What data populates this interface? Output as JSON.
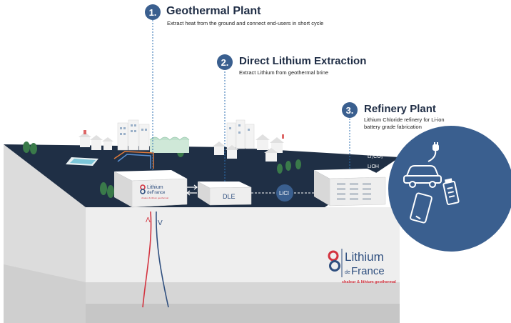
{
  "steps": [
    {
      "number": "1.",
      "title": "Geothermal Plant",
      "description": "Extract heat from the ground and connect end-users in short cycle"
    },
    {
      "number": "2.",
      "title": "Direct Lithium Extraction",
      "description": "Extract Lithium from geothermal brine"
    },
    {
      "number": "3.",
      "title": "Refinery Plant",
      "description": "Lithium Chloride refinery for Li-ion battery grade fabrication"
    }
  ],
  "units": {
    "dle_label": "DLE",
    "licl_label": "LiCl",
    "refinery_products": [
      "Li₂CO₃",
      "LiOH"
    ],
    "plant_logo": {
      "line1": "Lithium",
      "line2": "deFrance",
      "tagline": "chaleur & lithium geothermal"
    }
  },
  "flow_arrows": {
    "up": "Λ",
    "down": "V"
  },
  "brand": {
    "name_line1": "Lithium",
    "name_line2_small": "de",
    "name_line2": "France",
    "tagline": "chaleur & lithium geothermal"
  },
  "colors": {
    "accent_blue": "#3a5f8f",
    "ground_top": "#1f2f45",
    "brand_red": "#d3333f",
    "brand_blue": "#2f4f7f"
  },
  "icons": [
    "electric-car-icon",
    "smartphone-icon",
    "battery-icon",
    "plug-icon"
  ]
}
